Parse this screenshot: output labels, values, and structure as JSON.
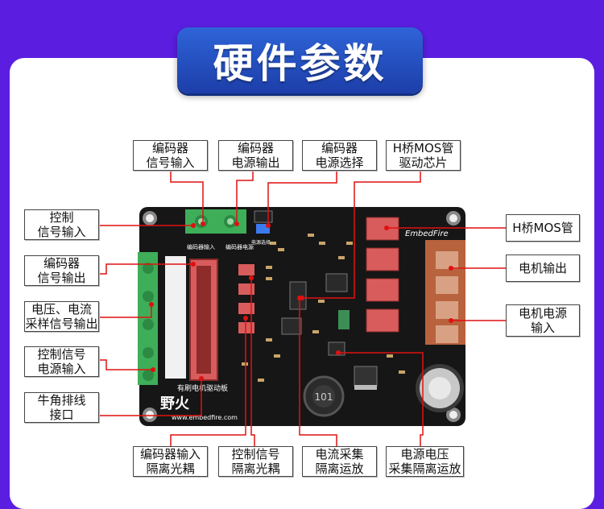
{
  "banner": {
    "title": "硬件参数"
  },
  "labels": {
    "enc_signal_in": "编码器\n信号输入",
    "enc_power_out": "编码器\n电源输出",
    "enc_power_select": "编码器\n电源选择",
    "hbridge_driver": "H桥MOS管\n驱动芯片",
    "control_signal_in": "控制\n信号输入",
    "enc_signal_out": "编码器\n信号输出",
    "vi_sampling_out": "电压、电流\n采样信号输出",
    "control_power_in": "控制信号\n电源输入",
    "ox_header": "牛角排线\n接口",
    "hbridge_mos": "H桥MOS管",
    "motor_out": "电机输出",
    "motor_power_in": "电机电源\n输入",
    "enc_in_opto": "编码器输入\n隔离光耦",
    "ctrl_opto": "控制信号\n隔离光耦",
    "current_amp": "电流采集\n隔离运放",
    "voltage_amp": "电源电压\n采集隔离运放"
  },
  "board": {
    "brand": "EmbedFire",
    "logo_text": "野火",
    "website": "www.embedfire.com",
    "silk_title": "有刷电机驱动板",
    "inductor_code": "101",
    "enc_terminal_caption": "编码器输入",
    "enc_power_caption": "编码器电源",
    "power_select_caption": "电源选择"
  },
  "colors": {
    "background": "#5b1ee0",
    "banner": "#2450c4",
    "leader_line": "#e01010",
    "pcb": "#161616",
    "terminal_green": "#3fae59",
    "mosfet": "#d95c5c",
    "copper_terminal": "#c56b4d"
  }
}
